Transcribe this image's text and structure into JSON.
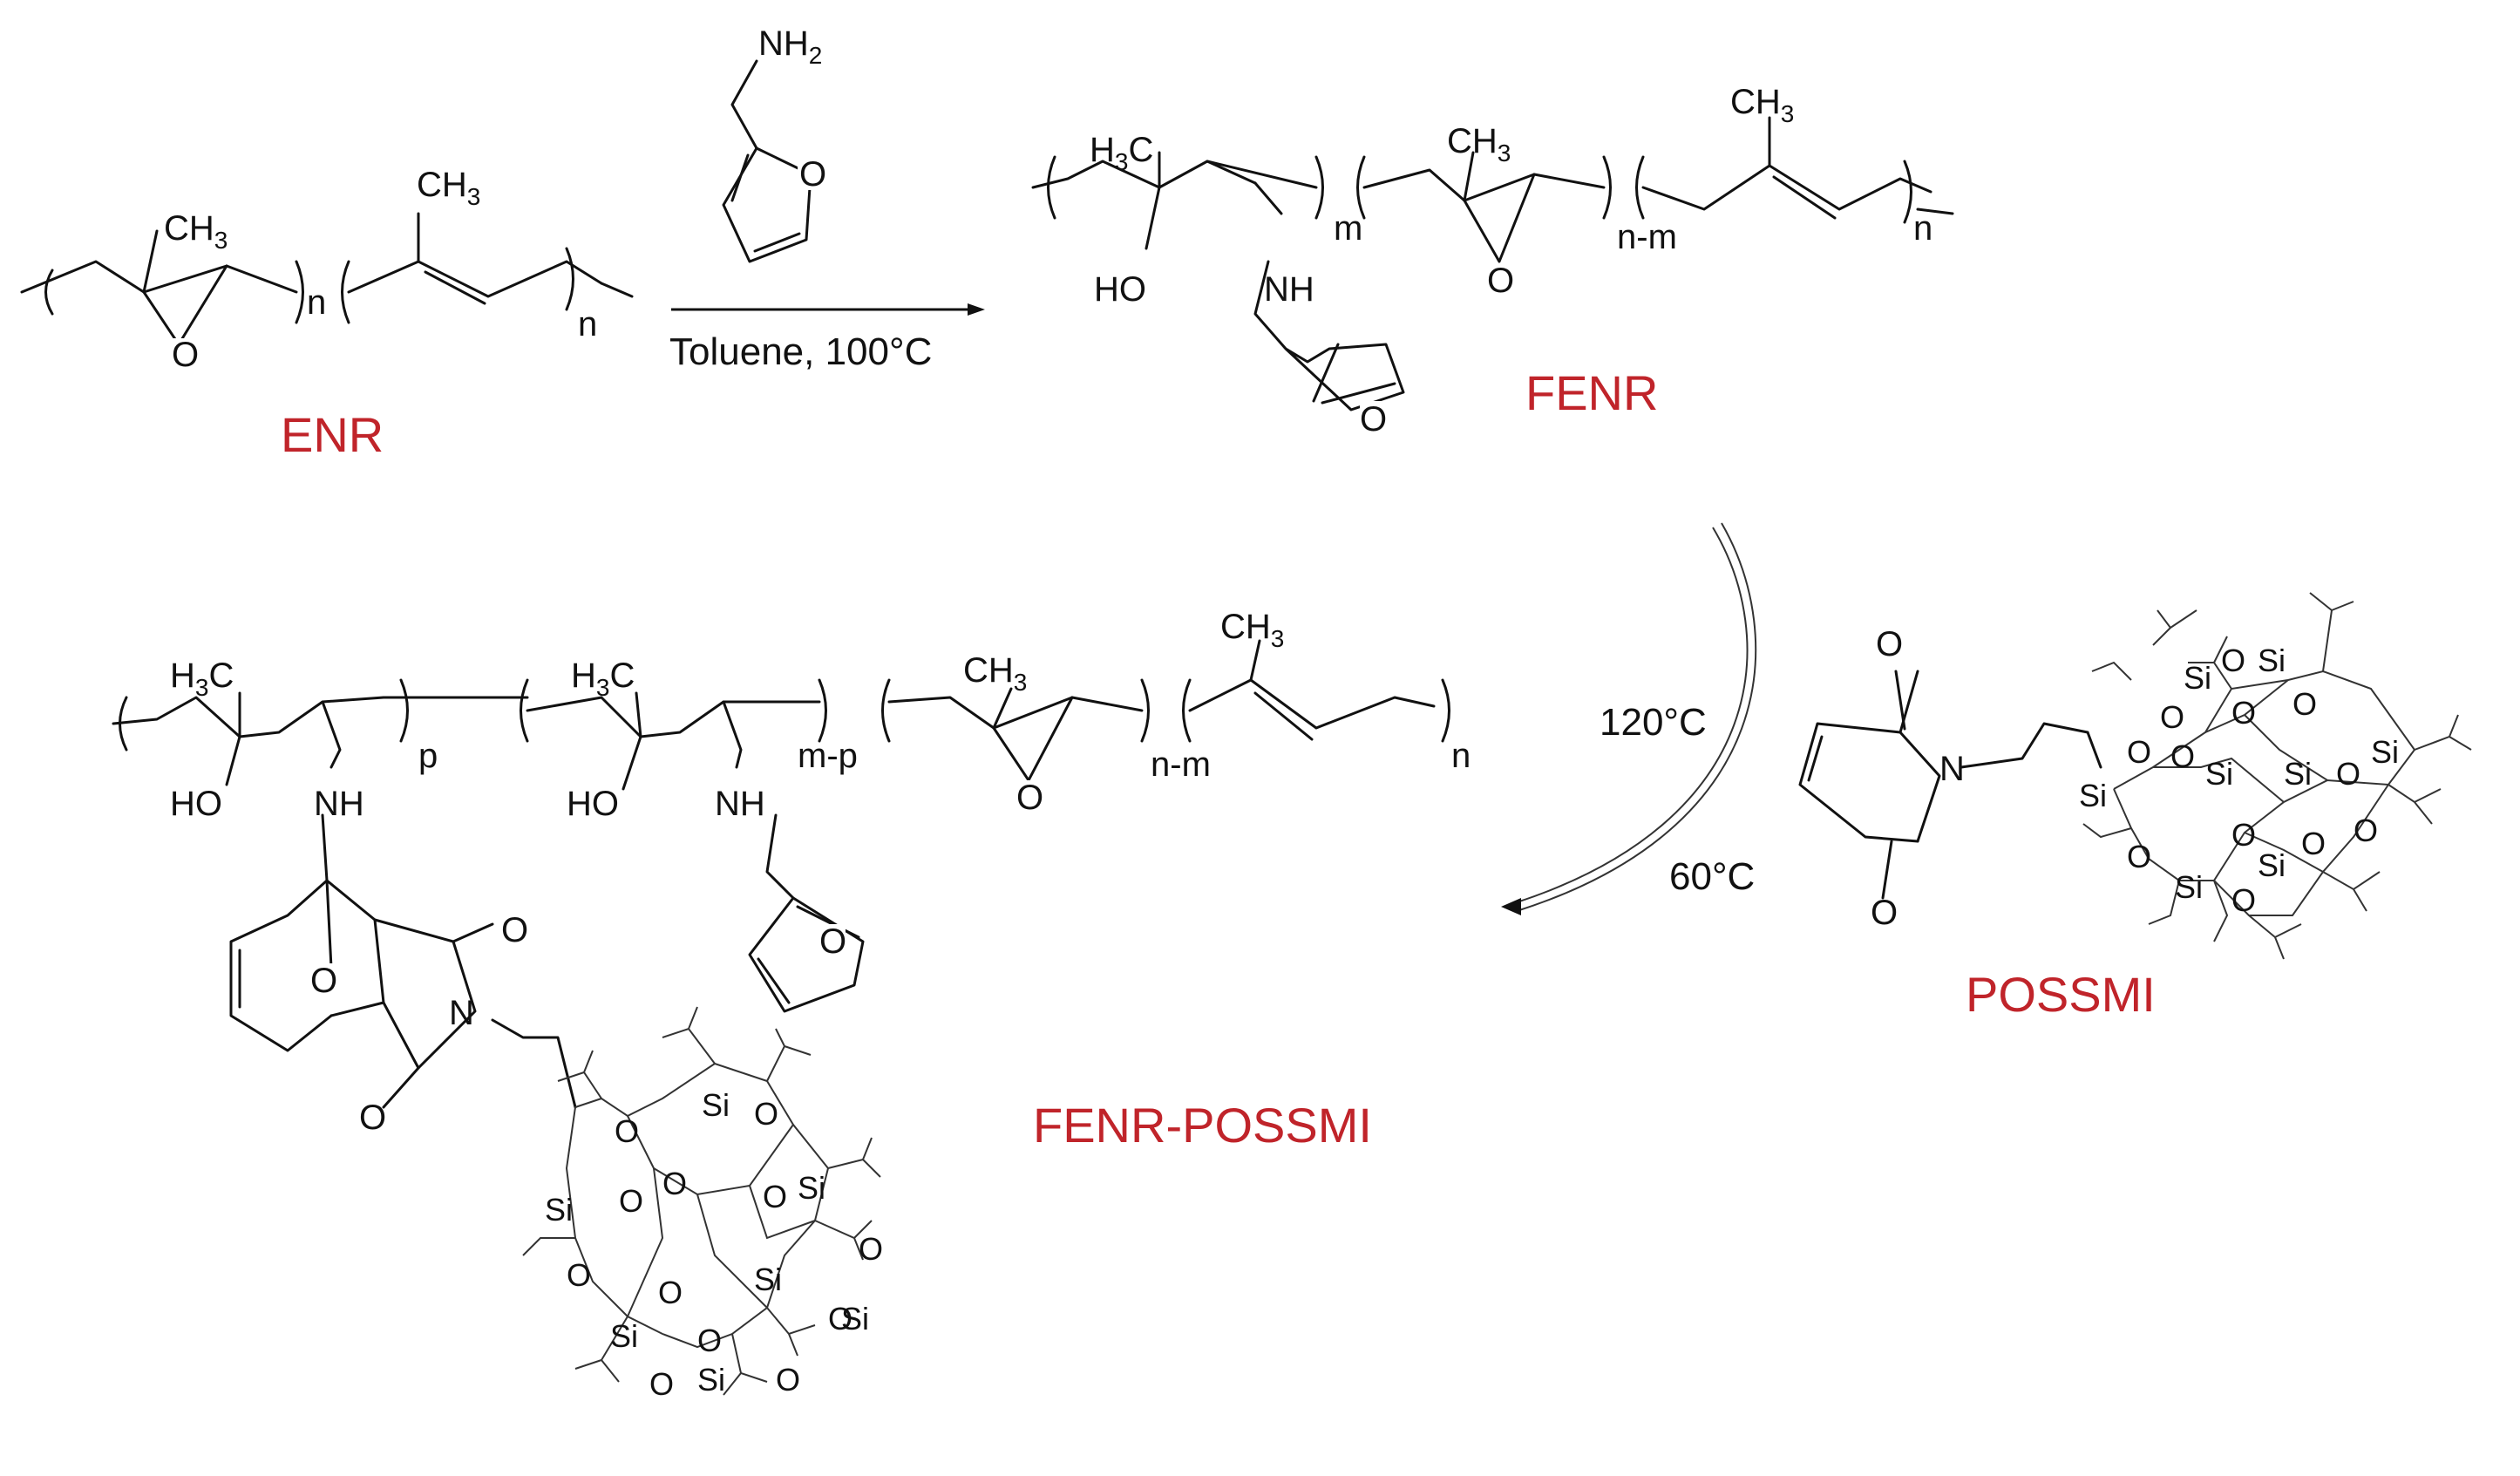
{
  "reaction": {
    "reagent": {
      "atoms": {
        "amine": "NH",
        "amine_sub": "2",
        "furan_o": "O"
      }
    },
    "conditions": "Toluene, 100°C",
    "forward_temp": "120°C",
    "reverse_temp": "60°C"
  },
  "compounds": {
    "enr": {
      "label": "ENR",
      "atoms": {
        "methyl": "CH",
        "methyl_sub": "3",
        "epoxide_o": "O",
        "methyl2": "CH",
        "methyl2_sub": "3"
      },
      "subscripts": {
        "n1": "n",
        "n2": "n"
      }
    },
    "fenr": {
      "label": "FENR",
      "atoms": {
        "h3c": "H",
        "h3c_sub": "3",
        "h3c_c": "C",
        "ch3a": "CH",
        "ch3a_sub": "3",
        "ho": "HO",
        "nh": "NH",
        "furan_o": "O",
        "epoxide_o": "O",
        "ch3b": "CH",
        "ch3b_sub": "3"
      },
      "subscripts": {
        "m": "m",
        "nm": "n-m",
        "n": "n"
      }
    },
    "possmi": {
      "label": "POSSMI",
      "atoms": {
        "o_top": "O",
        "o_bottom": "O",
        "n": "N",
        "si_attach": "Si",
        "si1": "Si",
        "si2": "Si",
        "si3": "Si",
        "si4": "Si",
        "si5": "Si",
        "si6": "Si",
        "si7": "Si",
        "o": "O"
      }
    },
    "fenr_possmi": {
      "label": "FENR-POSSMI",
      "atoms": {
        "h3c": "H",
        "h3c_sub": "3",
        "h3c_c": "C",
        "ho": "HO",
        "nh": "NH",
        "ch3": "CH",
        "ch3_sub": "3",
        "epoxide_o": "O",
        "bridge_o": "O",
        "imide_o": "O",
        "n": "N",
        "furan_o": "O",
        "si": "Si",
        "o": "O"
      },
      "subscripts": {
        "p": "p",
        "mp": "m-p",
        "nm": "n-m",
        "n": "n"
      }
    }
  }
}
